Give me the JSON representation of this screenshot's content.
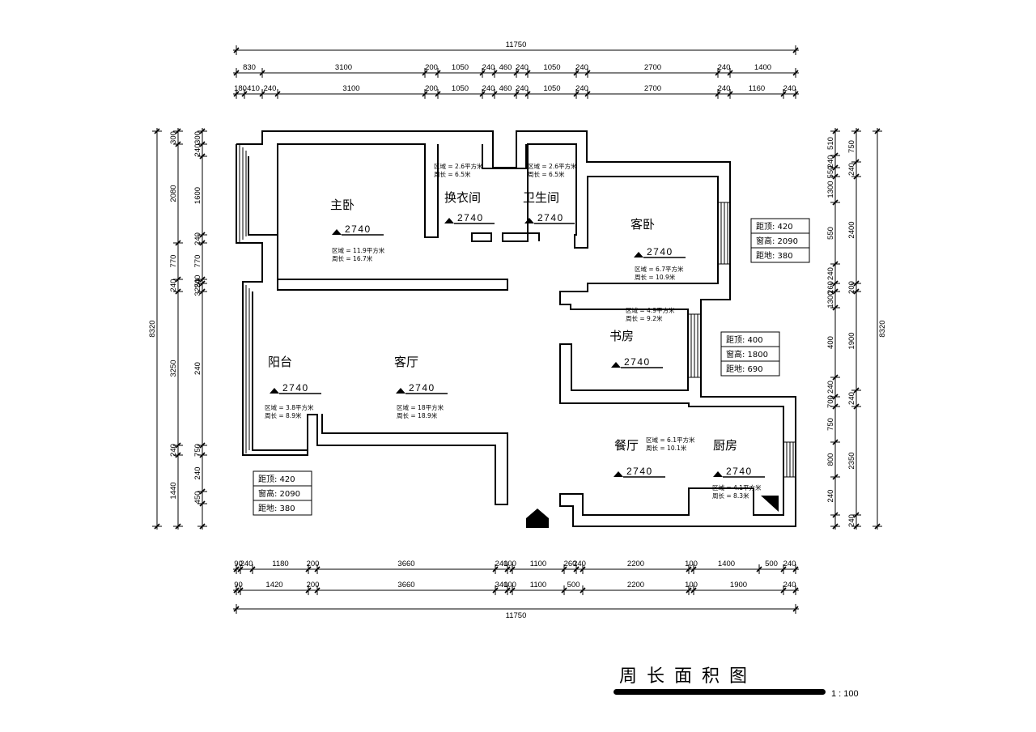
{
  "title": "周长面积图",
  "scale": "1 : 100",
  "overall_width": "11750",
  "overall_height": "8320",
  "rooms": [
    {
      "id": "master-bedroom",
      "name": "主卧",
      "elevation": "2740",
      "area": "区域 = 11.9平方米",
      "perimeter": "周长 = 16.7米"
    },
    {
      "id": "cloakroom",
      "name": "换衣间",
      "elevation": "2740",
      "area": "区域 = 2.6平方米",
      "perimeter": "周长 = 6.5米"
    },
    {
      "id": "bathroom",
      "name": "卫生间",
      "elevation": "2740",
      "area": "区域 = 2.6平方米",
      "perimeter": "周长 = 6.5米"
    },
    {
      "id": "guest-bedroom",
      "name": "客卧",
      "elevation": "2740",
      "area": "区域 = 6.7平方米",
      "perimeter": "周长 = 10.9米"
    },
    {
      "id": "study",
      "name": "书房",
      "elevation": "2740",
      "area": "区域 = 4.9平方米",
      "perimeter": "周长 = 9.2米"
    },
    {
      "id": "balcony",
      "name": "阳台",
      "elevation": "2740",
      "area": "区域 = 3.8平方米",
      "perimeter": "周长 = 8.9米"
    },
    {
      "id": "living-room",
      "name": "客厅",
      "elevation": "2740",
      "area": "区域 = 18平方米",
      "perimeter": "周长 = 18.9米"
    },
    {
      "id": "dining-room",
      "name": "餐厅",
      "elevation": "2740",
      "area": "区域 = 6.1平方米",
      "perimeter": "周长 = 10.1米"
    },
    {
      "id": "kitchen",
      "name": "厨房",
      "elevation": "2740",
      "area": "区域 = 4.1平方米",
      "perimeter": "周长 = 8.3米"
    }
  ],
  "window_boxes": [
    {
      "id": "guest",
      "lines": [
        "距顶: 420",
        "窗高: 2090",
        "距地: 380"
      ]
    },
    {
      "id": "study",
      "lines": [
        "距顶: 400",
        "窗高: 1800",
        "距地: 690"
      ]
    },
    {
      "id": "balcony",
      "lines": [
        "距顶: 420",
        "窗高: 2090",
        "距地: 380"
      ]
    }
  ],
  "dims_top_1": [
    "830",
    "3100",
    "200",
    "1050",
    "240",
    "460",
    "240",
    "1050",
    "240",
    "2700",
    "240",
    "1400"
  ],
  "dims_top_2": [
    "180",
    "410",
    "240",
    "3100",
    "200",
    "1050",
    "240",
    "460",
    "240",
    "1050",
    "240",
    "2700",
    "240",
    "1160",
    "240"
  ],
  "dims_bottom_1": [
    "90",
    "240",
    "1180",
    "200",
    "3660",
    "240",
    "100",
    "1100",
    "260",
    "240",
    "2200",
    "100",
    "1400",
    "500",
    "240"
  ],
  "dims_bottom_2": [
    "90",
    "1420",
    "200",
    "3660",
    "340",
    "100",
    "1100",
    "500",
    "2200",
    "100",
    "1900",
    "240"
  ],
  "dims_left_outer": [
    "300",
    "2080",
    "770",
    "240",
    "3250",
    "240",
    "1440"
  ],
  "dims_left_inner": [
    "300",
    "240",
    "1600",
    "240",
    "770",
    "240",
    "3250",
    "240",
    "750",
    "240",
    "450"
  ],
  "dims_right_inner": [
    "510",
    "240",
    "550",
    "1300",
    "550",
    "240",
    "260",
    "1300",
    "400",
    "240",
    "700",
    "750",
    "800",
    "240"
  ],
  "dims_right_outer": [
    "750",
    "240",
    "2400",
    "200",
    "1900",
    "240",
    "2350",
    "240"
  ]
}
